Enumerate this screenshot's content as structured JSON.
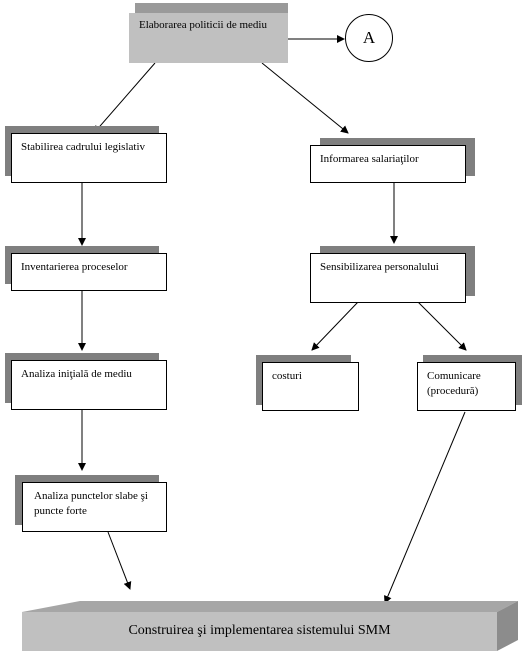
{
  "top": {
    "label": "Elaborarea politicii de mediu"
  },
  "connector": {
    "label": "A"
  },
  "left_column": [
    {
      "label": "Stabilirea cadrului legislativ"
    },
    {
      "label": "Inventarierea proceselor"
    },
    {
      "label": "Analiza iniţială de mediu"
    },
    {
      "label": "Analiza punctelor slabe şi puncte forte"
    }
  ],
  "right_column": [
    {
      "label": "Informarea salariaţilor"
    },
    {
      "label": "Sensibilizarea personalului"
    }
  ],
  "branches": [
    {
      "label": "costuri"
    },
    {
      "label": "Comunicare (procedură)"
    }
  ],
  "bottom": {
    "label": "Construirea şi implementarea sistemului SMM"
  },
  "colors": {
    "box_fill": "#c0c0c0",
    "shadow": "#7f7f7f"
  }
}
